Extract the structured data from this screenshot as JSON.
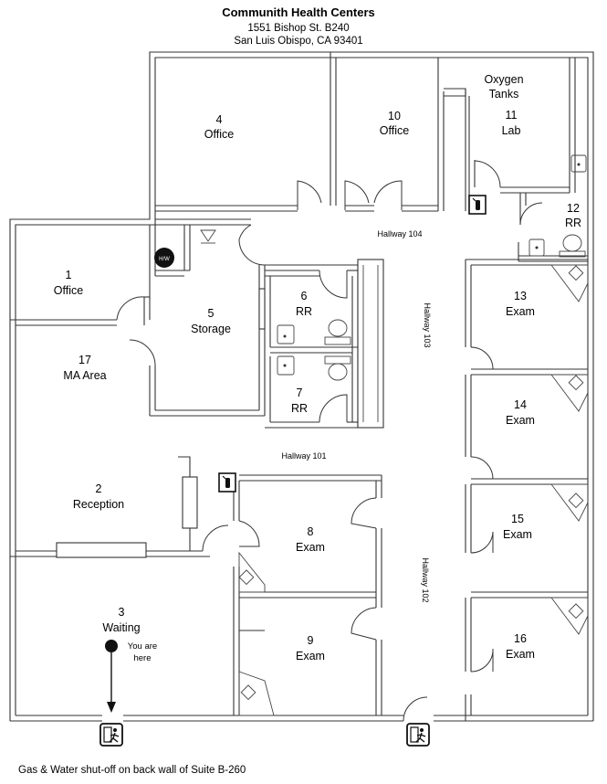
{
  "header": {
    "title": "Communith Health Centers",
    "address_line1": "1551 Bishop St. B240",
    "address_line2": "San Luis Obispo, CA  93401"
  },
  "rooms": {
    "r1": {
      "number": "1",
      "name": "Office"
    },
    "r2": {
      "number": "2",
      "name": "Reception"
    },
    "r3": {
      "number": "3",
      "name": "Waiting"
    },
    "r4": {
      "number": "4",
      "name": "Office"
    },
    "r5": {
      "number": "5",
      "name": "Storage"
    },
    "r6": {
      "number": "6",
      "name": "RR"
    },
    "r7": {
      "number": "7",
      "name": "RR"
    },
    "r8": {
      "number": "8",
      "name": "Exam"
    },
    "r9": {
      "number": "9",
      "name": "Exam"
    },
    "r10": {
      "number": "10",
      "name": "Office"
    },
    "r11": {
      "number": "11",
      "name": "Lab"
    },
    "r12": {
      "number": "12",
      "name": "RR"
    },
    "r13": {
      "number": "13",
      "name": "Exam"
    },
    "r14": {
      "number": "14",
      "name": "Exam"
    },
    "r15": {
      "number": "15",
      "name": "Exam"
    },
    "r16": {
      "number": "16",
      "name": "Exam"
    },
    "r17": {
      "number": "17",
      "name": "MA Area"
    }
  },
  "oxygen": {
    "line1": "Oxygen",
    "line2": "Tanks"
  },
  "hallways": {
    "h104": "Hallway 104",
    "h103": "Hallway 103",
    "h101": "Hallway 101",
    "h102": "Hallway 102"
  },
  "you_are_here": {
    "line1": "You are",
    "line2": "here"
  },
  "water_heater_label": "H/W",
  "footer_note": "Gas & Water shut-off on back wall of Suite B-260",
  "icons": [
    "fire-extinguisher-icon",
    "exit-icon",
    "you-are-here-marker-icon",
    "sink-icon",
    "toilet-icon",
    "water-heater-icon",
    "gas-valve-icon"
  ]
}
